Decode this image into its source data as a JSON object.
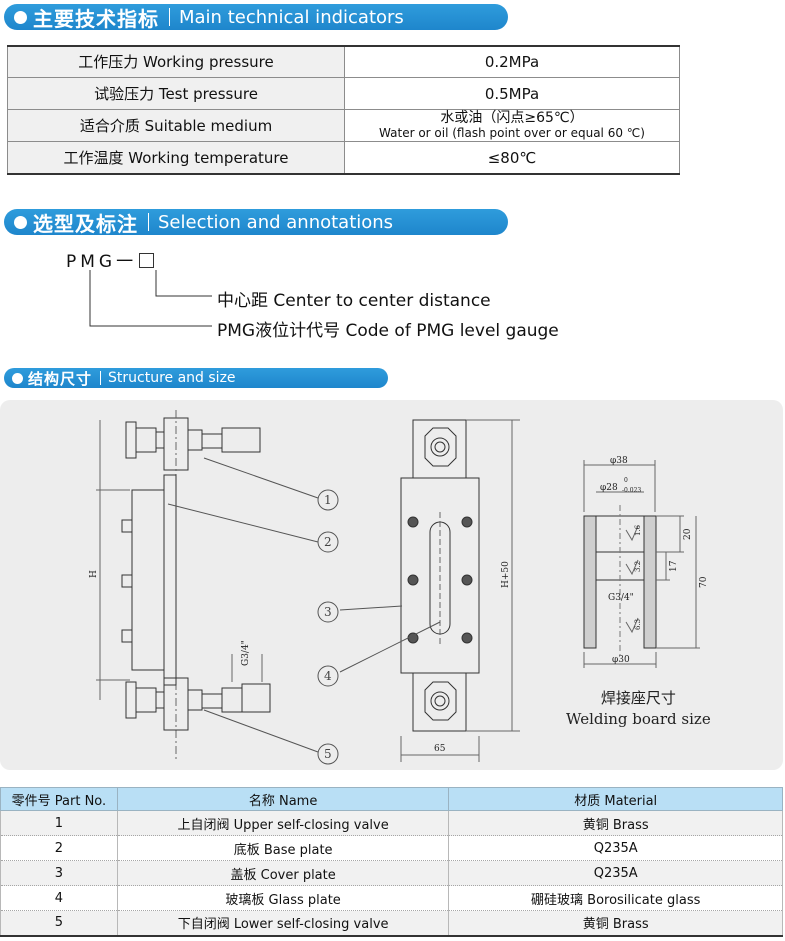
{
  "sections": {
    "technical": {
      "zh": "主要技术指标",
      "en": "Main technical indicators"
    },
    "selection": {
      "zh": "选型及标注",
      "en": "Selection and annotations"
    },
    "structure": {
      "zh": "结构尺寸",
      "en": "Structure and size"
    }
  },
  "specs": [
    {
      "label": "工作压力  Working pressure",
      "value": "0.2MPa"
    },
    {
      "label": "试验压力  Test pressure",
      "value": "0.5MPa"
    },
    {
      "label": "适合介质  Suitable medium",
      "value": "水或油（闪点≥65℃）",
      "value2": "Water or oil (flash point over or equal 60 ℃)"
    },
    {
      "label": "工作温度  Working temperature",
      "value": "≤80℃"
    }
  ],
  "selection": {
    "code_prefix": "PMG",
    "code_dash": "一",
    "annotation_1": "中心距  Center to center distance",
    "annotation_2": "PMG液位计代号  Code of PMG level gauge"
  },
  "drawing": {
    "callouts": [
      "1",
      "2",
      "3",
      "4",
      "5"
    ],
    "dim_h": "H",
    "dim_h50": "H+50",
    "dim_65": "65",
    "dim_thread": "G3/4\"",
    "welding_dims": {
      "d38": "φ38",
      "d28": "φ28",
      "d28_tol_up": "0",
      "d28_tol_low": "-0.023",
      "d30": "φ30",
      "thread": "G3/4\"",
      "h20": "20",
      "h17": "17",
      "h70": "70",
      "r16": "1.6",
      "r32": "3.2",
      "r63": "6.3"
    },
    "welding_zh": "焊接座尺寸",
    "welding_en": "Welding board size"
  },
  "parts": {
    "headers": [
      "零件号 Part No.",
      "名称  Name",
      "材质  Material"
    ],
    "rows": [
      [
        "1",
        "上自闭阀  Upper self-closing valve",
        "黄铜  Brass"
      ],
      [
        "2",
        "底板  Base plate",
        "Q235A"
      ],
      [
        "3",
        "盖板  Cover plate",
        "Q235A"
      ],
      [
        "4",
        "玻璃板  Glass plate",
        "硼硅玻璃  Borosilicate glass"
      ],
      [
        "5",
        "下自闭阀  Lower self-closing valve",
        "黄铜  Brass"
      ]
    ]
  },
  "colors": {
    "banner": "#1e86cc",
    "table_header": "#b9dff5"
  }
}
